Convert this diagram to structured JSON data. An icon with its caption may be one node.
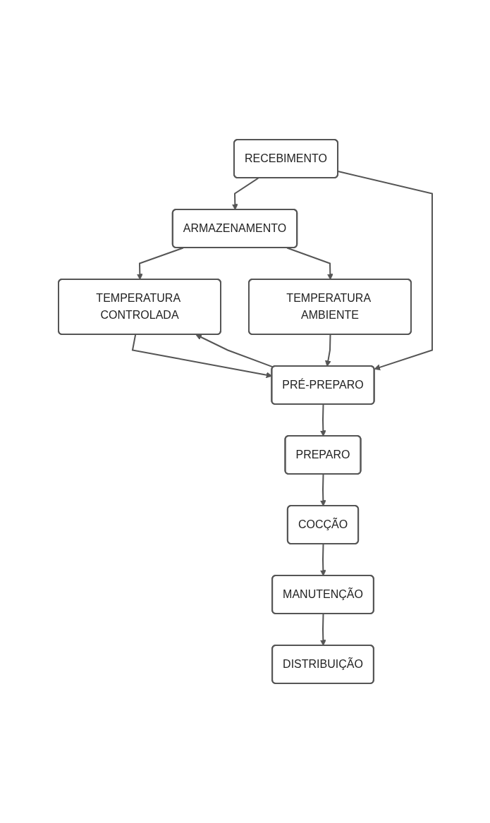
{
  "diagram": {
    "nodes": [
      {
        "text": [
          "RECEBIMENTO"
        ]
      },
      {
        "text": [
          "ARMAZENAMENTO"
        ]
      },
      {
        "text": [
          "TEMPERATURA CONTROLADA"
        ]
      },
      {
        "text": [
          "TEMPERATURA AMBIENTE"
        ]
      },
      {
        "text": [
          "PRÉ-PREPARO"
        ]
      },
      {
        "text": [
          "PREPARO"
        ]
      },
      {
        "text": [
          "COCÇÃO"
        ]
      },
      {
        "text": [
          "MANUTENÇÃO"
        ]
      },
      {
        "text": [
          "DISTRIBUIÇÃO"
        ]
      }
    ],
    "edges": [
      {
        "from": 0,
        "to": 1,
        "arrow": "to"
      },
      {
        "from": 0,
        "to": 4,
        "arrow": "to"
      },
      {
        "from": 1,
        "to": 2,
        "arrow": "to"
      },
      {
        "from": 1,
        "to": 3,
        "arrow": "to"
      },
      {
        "from": 2,
        "to": 4,
        "arrow": "to"
      },
      {
        "from": 4,
        "to": 2,
        "arrow": "to"
      },
      {
        "from": 3,
        "to": 4,
        "arrow": "to"
      },
      {
        "from": 4,
        "to": 5,
        "arrow": "to"
      },
      {
        "from": 5,
        "to": 6,
        "arrow": "to"
      },
      {
        "from": 6,
        "to": 7,
        "arrow": "to"
      },
      {
        "from": 7,
        "to": 8,
        "arrow": "to"
      }
    ]
  }
}
